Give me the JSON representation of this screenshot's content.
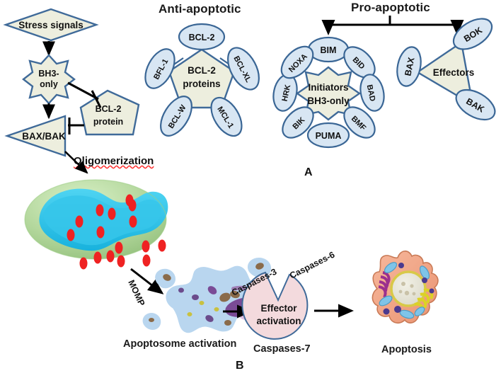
{
  "figure": {
    "panel_a_label": "A",
    "panel_b_label": "B"
  },
  "headers": {
    "anti_apoptotic": "Anti-apoptotic",
    "pro_apoptotic": "Pro-apoptotic"
  },
  "pathway_left": {
    "stress": "Stress signals",
    "bh3_only": "BH3-\nonly",
    "bh3_line1": "BH3-",
    "bh3_line2": "only",
    "bcl2_protein_line1": "BCL-2",
    "bcl2_protein_line2": "protein",
    "bax_bak": "BAX/BAK",
    "oligomerization": "Oligomerization",
    "momp": "MOMP"
  },
  "anti_apoptotic_cluster": {
    "center_line1": "BCL-2",
    "center_line2": "proteins",
    "members": [
      {
        "label": "BCL-2",
        "angle": -90,
        "rotation": 0
      },
      {
        "label": "BCL-XL",
        "angle": -18,
        "rotation": 62
      },
      {
        "label": "MCL-1",
        "angle": 54,
        "rotation": 58
      },
      {
        "label": "BCL-W",
        "angle": 126,
        "rotation": -58
      },
      {
        "label": "BFL-1",
        "angle": 198,
        "rotation": -62
      }
    ]
  },
  "pro_apoptotic_initiators": {
    "center_line1": "Initiators",
    "center_line2": "BH3-only",
    "members": [
      {
        "label": "BIM",
        "angle": -90,
        "rotation": 0
      },
      {
        "label": "BID",
        "angle": -45,
        "rotation": 45
      },
      {
        "label": "BAD",
        "angle": 0,
        "rotation": 78
      },
      {
        "label": "BMF",
        "angle": 45,
        "rotation": 45
      },
      {
        "label": "PUMA",
        "angle": 90,
        "rotation": 0
      },
      {
        "label": "BIK",
        "angle": 135,
        "rotation": -45
      },
      {
        "label": "HRK",
        "angle": 180,
        "rotation": -78
      },
      {
        "label": "NOXA",
        "angle": 225,
        "rotation": -45
      }
    ]
  },
  "effectors_cluster": {
    "center": "Effectors",
    "members": [
      {
        "label": "BOK",
        "rotation": -32
      },
      {
        "label": "BAX",
        "rotation": -78
      },
      {
        "label": "BAK",
        "rotation": 30
      }
    ]
  },
  "panel_b": {
    "apoptosome_label": "Apoptosome activation",
    "effector_line1": "Effector",
    "effector_line2": "activation",
    "caspase_3": "Caspases-3",
    "caspase_6": "Caspases-6",
    "caspase_7": "Caspases-7",
    "apoptosis": "Apoptosis"
  },
  "colors": {
    "shape_fill": "#edeede",
    "shape_stroke": "#3f6a99",
    "ellipse_fill": "#d8e6f3",
    "ellipse_stroke": "#3a6695",
    "pac_fill": "#f3dadd",
    "cytochrome_dot": "#ef2222",
    "mito_outer": "#b7dba2",
    "mito_inner": "#2ec3e8",
    "cell_body": "#f2a88b",
    "nucleus": "#e6e6dc",
    "arrow": "#000000",
    "spellcheck_underline": "#ff2d2d"
  }
}
